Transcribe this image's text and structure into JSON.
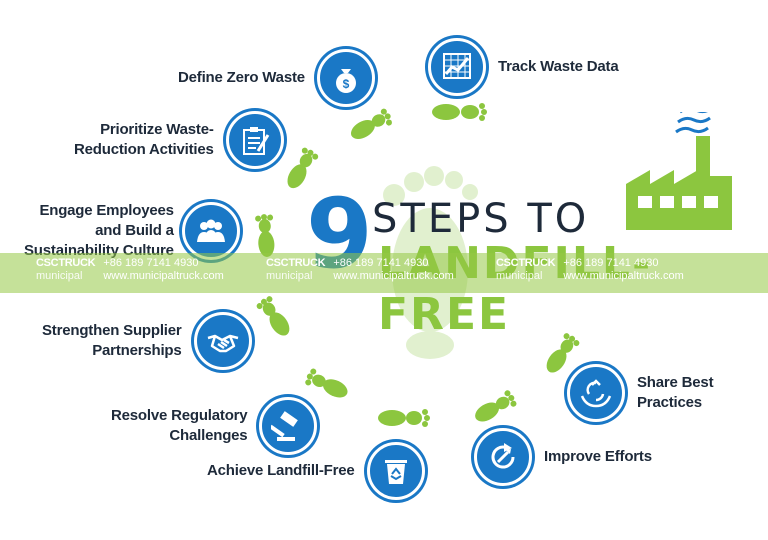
{
  "title": {
    "number": "9",
    "line1": "STEPS TO",
    "line2": "LANDFILL-FREE"
  },
  "steps": [
    {
      "label": "Define Zero Waste",
      "icon": "money-bag-icon"
    },
    {
      "label": "Track Waste Data",
      "icon": "line-chart-icon"
    },
    {
      "label": "Prioritize Waste-Reduction Activities",
      "line1": "Prioritize Waste-",
      "line2": "Reduction Activities",
      "icon": "checklist-icon"
    },
    {
      "label": "Engage Employees and Build a Sustainability Culture",
      "line1": "Engage Employees",
      "line2": "and Build a",
      "line3": "Sustainability Culture",
      "icon": "people-group-icon"
    },
    {
      "label": "Strengthen Supplier Partnerships",
      "line1": "Strengthen Supplier",
      "line2": "Partnerships",
      "icon": "handshake-icon"
    },
    {
      "label": "Resolve Regulatory Challenges",
      "line1": "Resolve Regulatory",
      "line2": "Challenges",
      "icon": "gavel-icon"
    },
    {
      "label": "Achieve Landfill-Free",
      "icon": "recycle-bin-icon"
    },
    {
      "label": "Improve Efforts",
      "icon": "circular-arrow-icon"
    },
    {
      "label": "Share Best Practices",
      "line1": "Share Best",
      "line2": "Practices",
      "icon": "recycle-hands-icon"
    }
  ],
  "watermark": {
    "brand": "CSCTRUCK",
    "sub": "municipal",
    "phone": "+86 189 7141 4930",
    "url": "www.municipaltruck.com"
  },
  "colors": {
    "blue": "#1a78c6",
    "green": "#8cc63f",
    "dark_text": "#1e2a3a"
  }
}
